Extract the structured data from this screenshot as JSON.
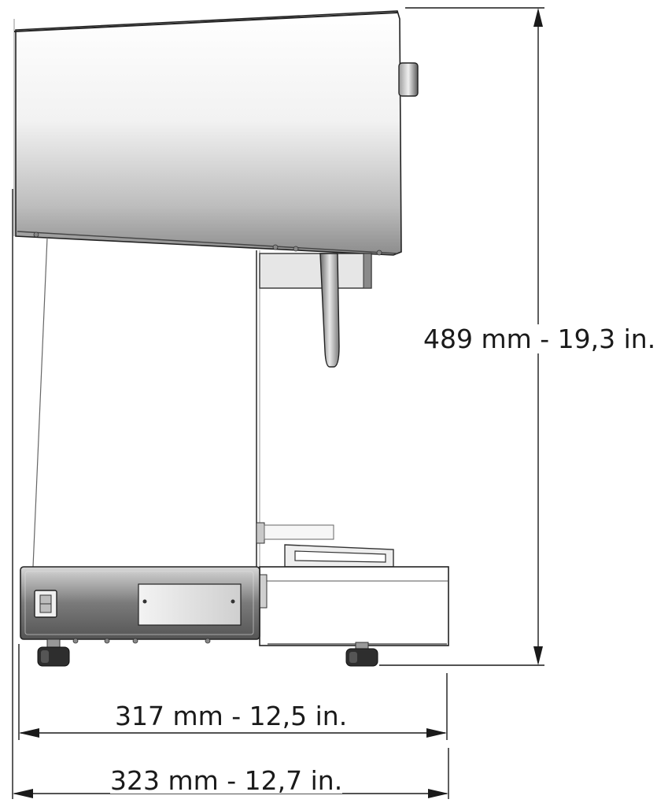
{
  "dimensions": {
    "height": "489 mm - 19,3 in.",
    "width_inner": "317 mm - 12,5 in.",
    "width_outer": "323 mm - 12,7 in."
  },
  "colors": {
    "line": "#1a1a1a",
    "body_light": "#f4f4f4",
    "body_dark": "#8f8f8f",
    "base_panel": "#6b6b6b",
    "feet": "#2e2e2e"
  }
}
